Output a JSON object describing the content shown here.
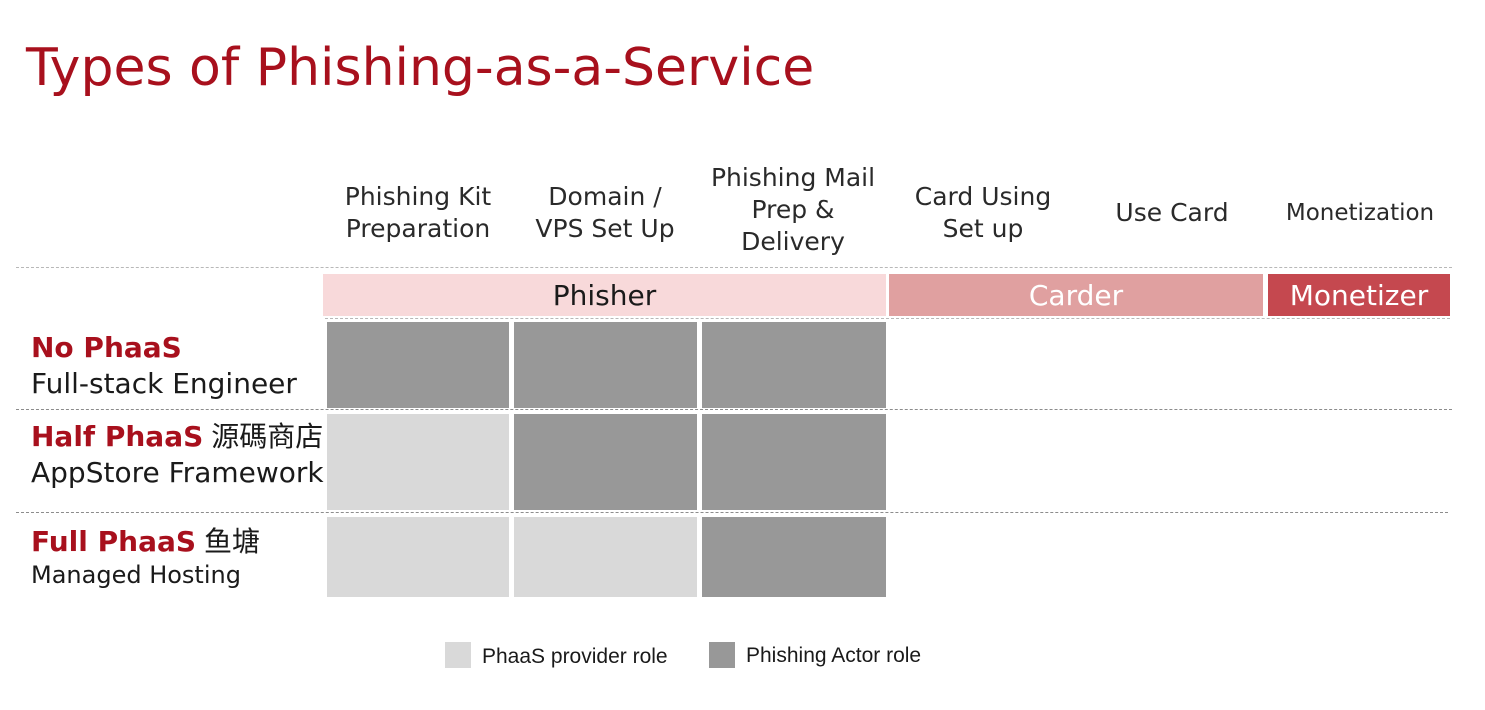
{
  "title": "Types of Phishing-as-a-Service",
  "columns": [
    {
      "label": "Phishing Kit\nPreparation"
    },
    {
      "label": "Domain /\nVPS Set Up"
    },
    {
      "label": "Phishing Mail\nPrep &\nDelivery"
    },
    {
      "label": "Card Using\nSet up"
    },
    {
      "label": "Use Card"
    },
    {
      "label": "Monetization"
    }
  ],
  "roles": [
    {
      "label": "Phisher",
      "color": "#f8d9da",
      "text_color": "#1a1a1a"
    },
    {
      "label": "Carder",
      "color": "#e0a0a0",
      "text_color": "#ffffff"
    },
    {
      "label": "Monetizer",
      "color": "#c5484f",
      "text_color": "#ffffff"
    }
  ],
  "rows": [
    {
      "name": "No PhaaS",
      "name_cn": "",
      "subtitle": "Full-stack Engineer",
      "cells": [
        "actor",
        "actor",
        "actor"
      ]
    },
    {
      "name": "Half PhaaS",
      "name_cn": "源碼商店",
      "subtitle": "AppStore Framework",
      "cells": [
        "provider",
        "actor",
        "actor"
      ]
    },
    {
      "name": "Full PhaaS",
      "name_cn": "鱼塘",
      "subtitle": "Managed Hosting",
      "cells": [
        "provider",
        "provider",
        "actor"
      ]
    }
  ],
  "legend": {
    "provider": {
      "label": "PhaaS provider role",
      "color": "#d9d9d9"
    },
    "actor": {
      "label": "Phishing Actor role",
      "color": "#989898"
    }
  },
  "colors": {
    "accent": "#a8101d"
  }
}
